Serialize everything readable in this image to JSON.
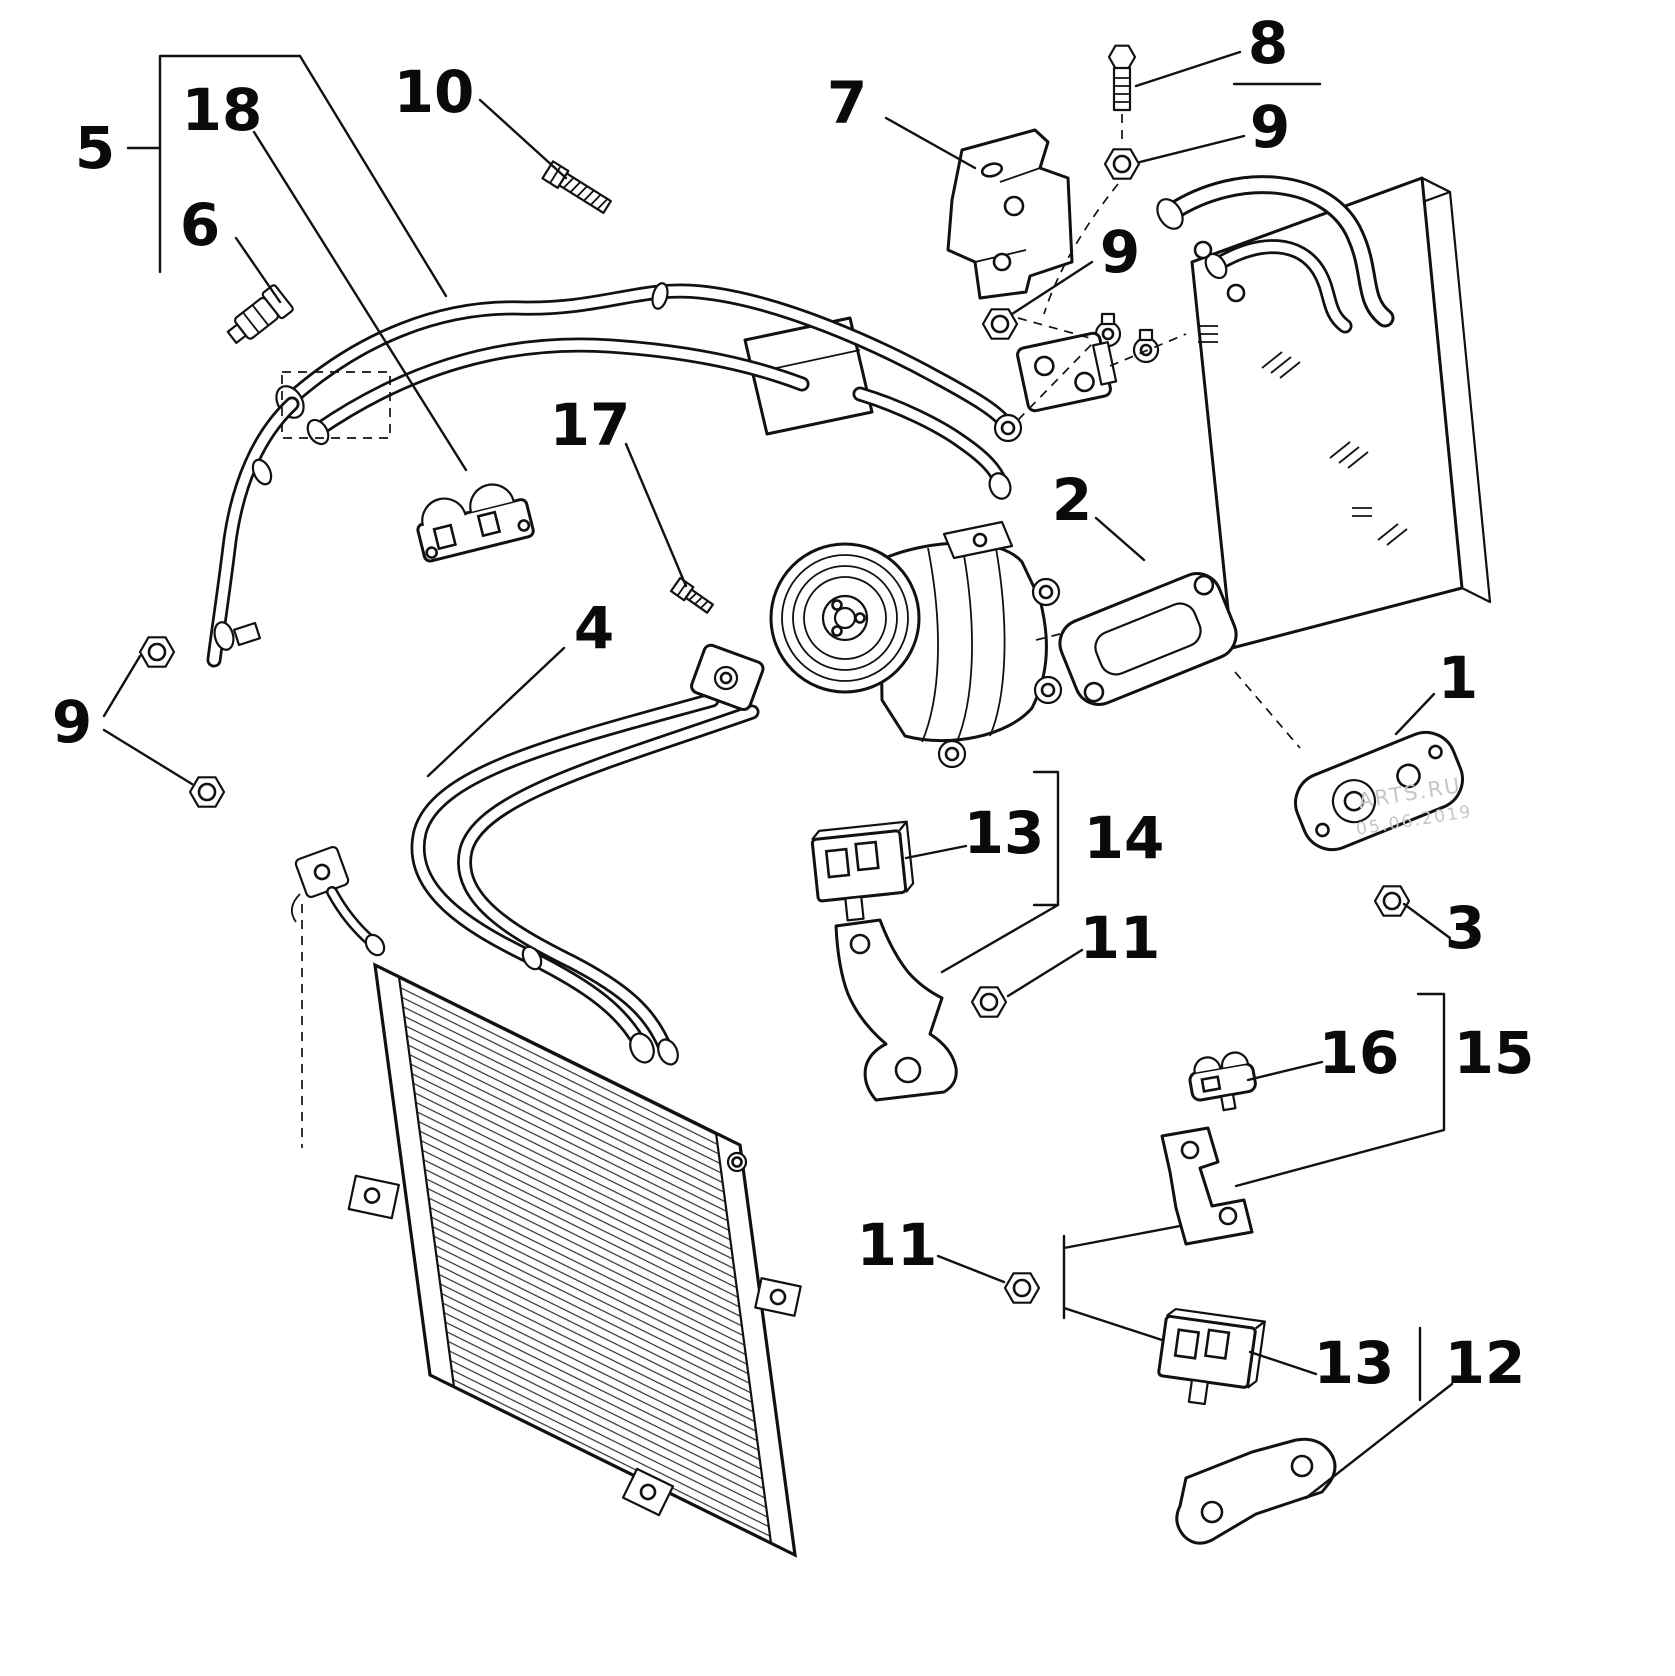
{
  "diagram": {
    "kind": "exploded-parts-diagram",
    "subject": "air-conditioning-system",
    "background": "#ffffff",
    "line_color": "#111111",
    "watermark_color": "#c5c5c5",
    "callouts": [
      {
        "label": "5"
      },
      {
        "label": "18"
      },
      {
        "label": "10"
      },
      {
        "label": "6"
      },
      {
        "label": "7"
      },
      {
        "label": "8"
      },
      {
        "label": "9"
      },
      {
        "label": "9"
      },
      {
        "label": "17"
      },
      {
        "label": "2"
      },
      {
        "label": "4"
      },
      {
        "label": "1"
      },
      {
        "label": "9"
      },
      {
        "label": "13"
      },
      {
        "label": "14"
      },
      {
        "label": "11"
      },
      {
        "label": "3"
      },
      {
        "label": "16"
      },
      {
        "label": "15"
      },
      {
        "label": "11"
      },
      {
        "label": "13"
      },
      {
        "label": "12"
      }
    ],
    "watermark": {
      "line1": "ARTS.RU",
      "line2": "05.06.2019"
    }
  }
}
